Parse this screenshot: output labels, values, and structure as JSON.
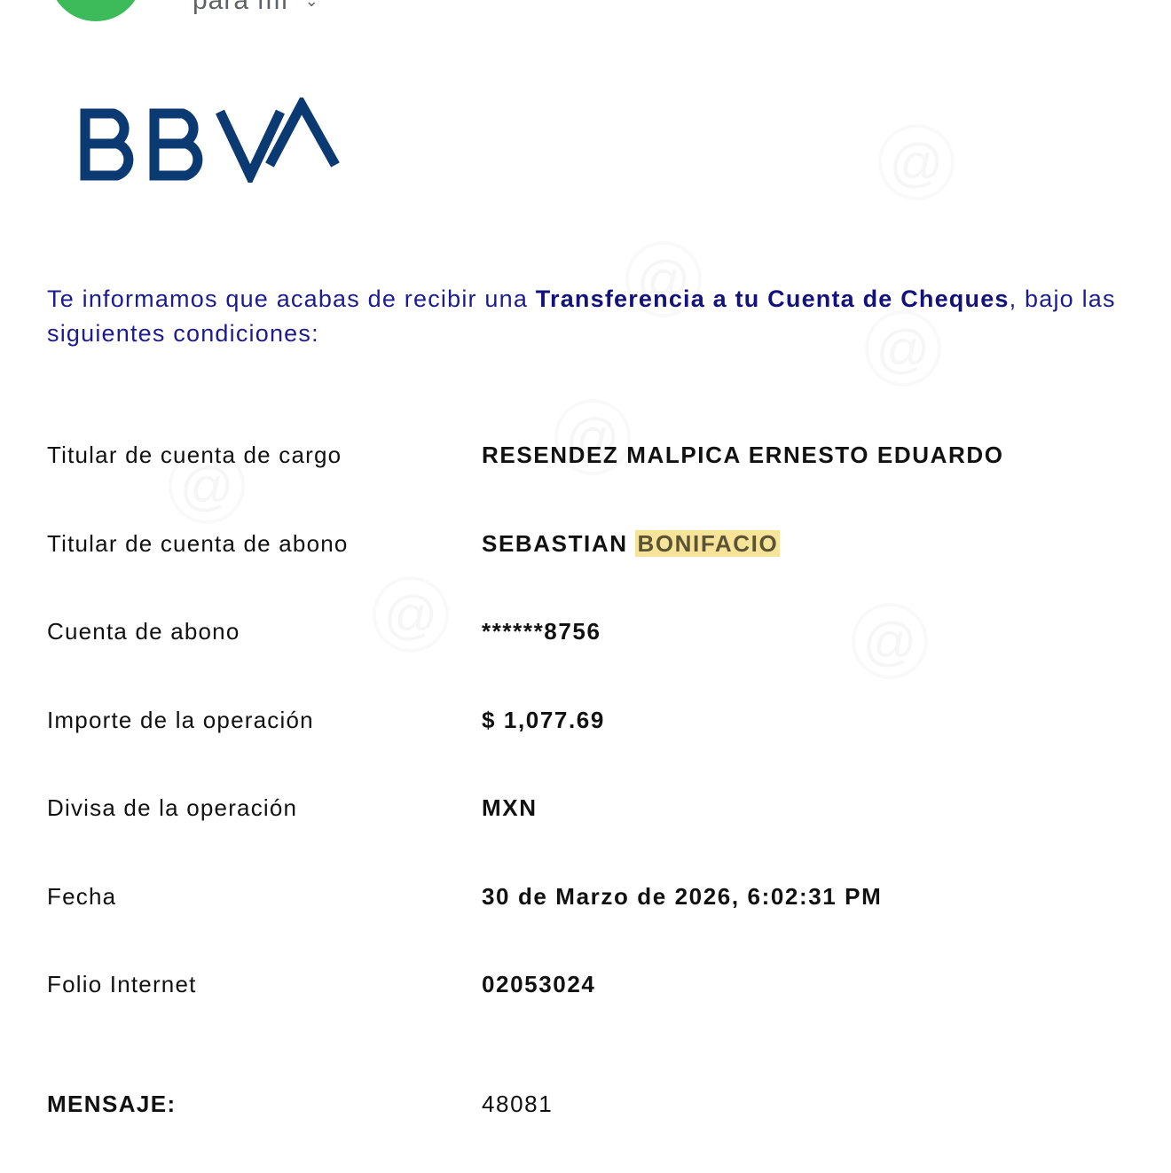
{
  "header": {
    "recipient_label": "para mí",
    "chevron": "chevron-down-icon"
  },
  "logo": {
    "text": "BBVA",
    "color": "#0b3a73"
  },
  "intro": {
    "part1": "Te informamos que acabas de recibir una ",
    "bold": "Transferencia a tu Cuenta de Cheques",
    "part2": ", bajo las siguientes condiciones:"
  },
  "details": [
    {
      "label": "Titular de cuenta de cargo",
      "value": "RESENDEZ MALPICA ERNESTO EDUARDO"
    },
    {
      "label": "Titular de cuenta de abono",
      "value": "SEBASTIAN",
      "value_highlight": "BONIFACIO"
    },
    {
      "label": "Cuenta de abono",
      "value": "******8756"
    },
    {
      "label": "Importe de la operación",
      "value": "$ 1,077.69"
    },
    {
      "label": "Divisa de la operación",
      "value": "MXN"
    },
    {
      "label": "Fecha",
      "value": "30 de Marzo de 2026, 6:02:31 PM"
    },
    {
      "label": "Folio Internet",
      "value": "02053024"
    }
  ],
  "message": {
    "label": "MENSAJE:",
    "value": "48081"
  }
}
